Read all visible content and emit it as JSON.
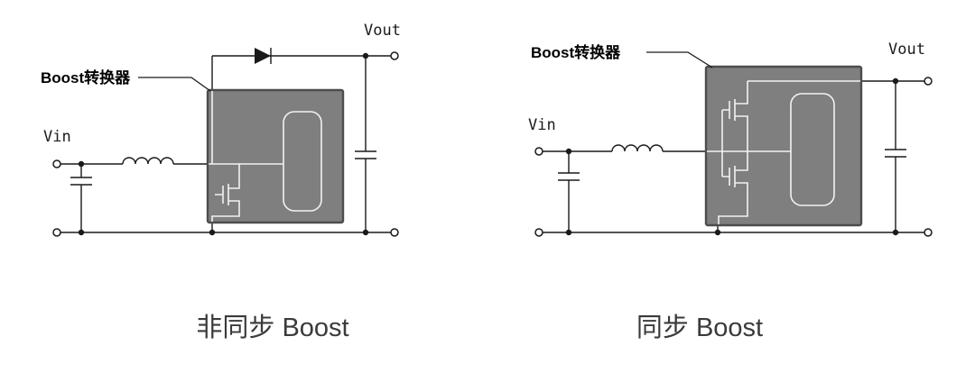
{
  "captions": {
    "left": "非同步 Boost",
    "right": "同步 Boost"
  },
  "left_circuit": {
    "converter_label": "Boost转换器",
    "input_label": "Vin",
    "output_label": "Vout"
  },
  "right_circuit": {
    "converter_label": "Boost转换器",
    "input_label": "Vin",
    "output_label": "Vout"
  },
  "colors": {
    "wire": "#1a1a1a",
    "ic_fill": "#7f7f7f",
    "ic_border": "#4d4d4d",
    "ic_trace": "#f2f2f2",
    "caption_text": "#3a3a3a"
  }
}
